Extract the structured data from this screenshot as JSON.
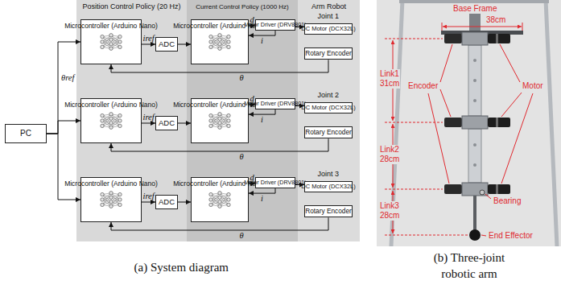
{
  "diagram": {
    "nodes": [
      {
        "text": [
          "Position Control Policy (20 Hz)"
        ]
      },
      {
        "text": [
          "Current Control Policy (1000 Hz)"
        ]
      },
      {
        "text": [
          "Arm Robot"
        ]
      },
      {
        "text": [
          "PC"
        ]
      },
      {
        "text": [
          "Microcontroller (Arduino Nano)"
        ],
        "in": 0
      },
      {
        "text": [
          "ADC"
        ],
        "in": 0
      },
      {
        "text": [
          "Microcontroller (Arduino Nano)"
        ],
        "in": 1
      },
      {
        "text": [
          "Motor Driver (DRV8801)"
        ],
        "in": 1
      },
      {
        "text": [
          "DC Motor (DCX32L)"
        ],
        "in": 2
      },
      {
        "text": [
          "Rotary Encoder"
        ],
        "in": 2
      },
      {
        "text": [
          "Microcontroller (Arduino Nano)"
        ],
        "in": 0
      },
      {
        "text": [
          "ADC"
        ],
        "in": 0
      },
      {
        "text": [
          "Microcontroller (Arduino Nano)"
        ],
        "in": 1
      },
      {
        "text": [
          "Motor Driver (DRV8801)"
        ],
        "in": 1
      },
      {
        "text": [
          "DC Motor (DCX32L)"
        ],
        "in": 2
      },
      {
        "text": [
          "Rotary Encoder"
        ],
        "in": 2
      },
      {
        "text": [
          "Microcontroller (Arduino Nano)"
        ],
        "in": 0
      },
      {
        "text": [
          "ADC"
        ],
        "in": 0
      },
      {
        "text": [
          "Microcontroller (Arduino Nano)"
        ],
        "in": 1
      },
      {
        "text": [
          "Motor Driver (DRV8801)"
        ],
        "in": 1
      },
      {
        "text": [
          "DC Motor (DCX32L)"
        ],
        "in": 2
      },
      {
        "text": [
          "Rotary Encoder"
        ],
        "in": 2
      }
    ],
    "edges": [
      {
        "from": 3,
        "to": 4,
        "arrow": "to",
        "label": "θref"
      },
      {
        "from": 4,
        "to": 5,
        "arrow": "to",
        "label": "iref"
      },
      {
        "from": 5,
        "to": 6,
        "arrow": "to"
      },
      {
        "from": 6,
        "to": 7,
        "arrow": "to",
        "label": "d"
      },
      {
        "from": 7,
        "to": 6,
        "arrow": "to",
        "label": "i"
      },
      {
        "from": 7,
        "to": 8,
        "arrow": "to"
      },
      {
        "from": 9,
        "to": 4,
        "arrow": "to",
        "label": "θ"
      },
      {
        "from": 3,
        "to": 10,
        "arrow": "to"
      },
      {
        "from": 10,
        "to": 11,
        "arrow": "to",
        "label": "iref"
      },
      {
        "from": 11,
        "to": 12,
        "arrow": "to"
      },
      {
        "from": 12,
        "to": 13,
        "arrow": "to",
        "label": "d"
      },
      {
        "from": 13,
        "to": 12,
        "arrow": "to",
        "label": "i"
      },
      {
        "from": 13,
        "to": 14,
        "arrow": "to"
      },
      {
        "from": 15,
        "to": 10,
        "arrow": "to",
        "label": "θ"
      },
      {
        "from": 3,
        "to": 16,
        "arrow": "to"
      },
      {
        "from": 16,
        "to": 17,
        "arrow": "to",
        "label": "iref"
      },
      {
        "from": 17,
        "to": 18,
        "arrow": "to"
      },
      {
        "from": 18,
        "to": 19,
        "arrow": "to",
        "label": "d"
      },
      {
        "from": 19,
        "to": 18,
        "arrow": "to",
        "label": "i"
      },
      {
        "from": 19,
        "to": 20,
        "arrow": "to"
      },
      {
        "from": 21,
        "to": 16,
        "arrow": "to",
        "label": "θ"
      }
    ],
    "labels": [
      "Joint 1",
      "Joint 2",
      "Joint 3",
      "Base Frame",
      "38cm",
      "Link1",
      "31cm",
      "Link2",
      "28cm",
      "Link3",
      "28cm",
      "Encoder",
      "Motor",
      "Bearing",
      "End Effector",
      "(a) System diagram",
      "(b) Three-joint robotic arm"
    ]
  }
}
